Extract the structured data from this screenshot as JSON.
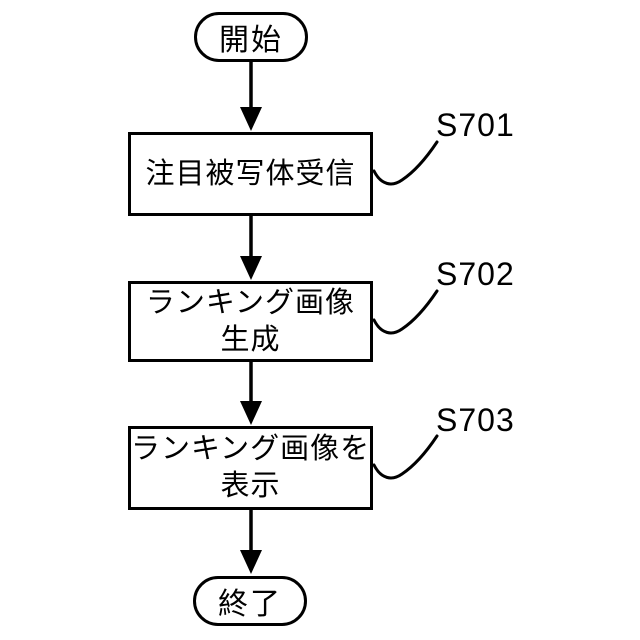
{
  "figure": {
    "type": "flowchart",
    "direction": "top-down"
  },
  "colors": {
    "background": "#ffffff",
    "line": "#000000",
    "text": "#000000"
  },
  "nodes": {
    "start": {
      "type": "terminal",
      "label": "開始"
    },
    "step1": {
      "type": "process",
      "step_label": "S701",
      "lines": [
        "注目被写体受信"
      ]
    },
    "step2": {
      "type": "process",
      "step_label": "S702",
      "lines": [
        "ランキング画像",
        "生成"
      ]
    },
    "step3": {
      "type": "process",
      "step_label": "S703",
      "lines": [
        "ランキング画像を",
        "表示"
      ]
    },
    "end": {
      "type": "terminal",
      "label": "終了"
    }
  },
  "edges": [
    {
      "from": "start",
      "to": "step1"
    },
    {
      "from": "step1",
      "to": "step2"
    },
    {
      "from": "step2",
      "to": "step3"
    },
    {
      "from": "step3",
      "to": "end"
    }
  ]
}
